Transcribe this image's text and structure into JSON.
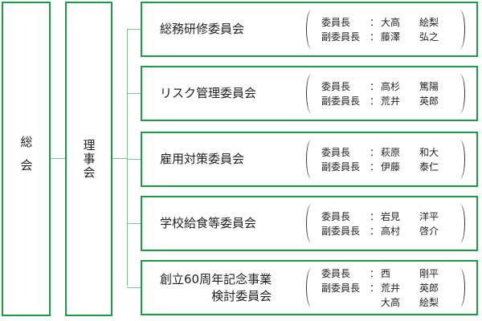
{
  "general_assembly": "総会",
  "board": "理事会",
  "committees": [
    {
      "name": [
        "総務研修委員会"
      ],
      "members": [
        {
          "role": "委員長",
          "family": "大高",
          "given": "絵梨"
        },
        {
          "role": "副委員長",
          "family": "藤澤",
          "given": "弘之"
        }
      ]
    },
    {
      "name": [
        "リスク管理委員会"
      ],
      "members": [
        {
          "role": "委員長",
          "family": "高杉",
          "given": "篤陽"
        },
        {
          "role": "副委員長",
          "family": "荒井",
          "given": "英郎"
        }
      ]
    },
    {
      "name": [
        "雇用対策委員会"
      ],
      "members": [
        {
          "role": "委員長",
          "family": "萩原",
          "given": "和大"
        },
        {
          "role": "副委員長",
          "family": "伊藤",
          "given": "泰仁"
        }
      ]
    },
    {
      "name": [
        "学校給食等委員会"
      ],
      "members": [
        {
          "role": "委員長",
          "family": "岩見",
          "given": "洋平"
        },
        {
          "role": "副委員長",
          "family": "高村",
          "given": "啓介"
        }
      ]
    },
    {
      "name": [
        "創立60周年記念事業",
        "検討委員会"
      ],
      "members": [
        {
          "role": "委員長",
          "family": "西",
          "given": "剛平"
        },
        {
          "role": "副委員長",
          "family": "荒井",
          "given": "英郎"
        },
        {
          "role": "",
          "family": "大高",
          "given": "絵梨"
        }
      ]
    }
  ],
  "colon": "："
}
